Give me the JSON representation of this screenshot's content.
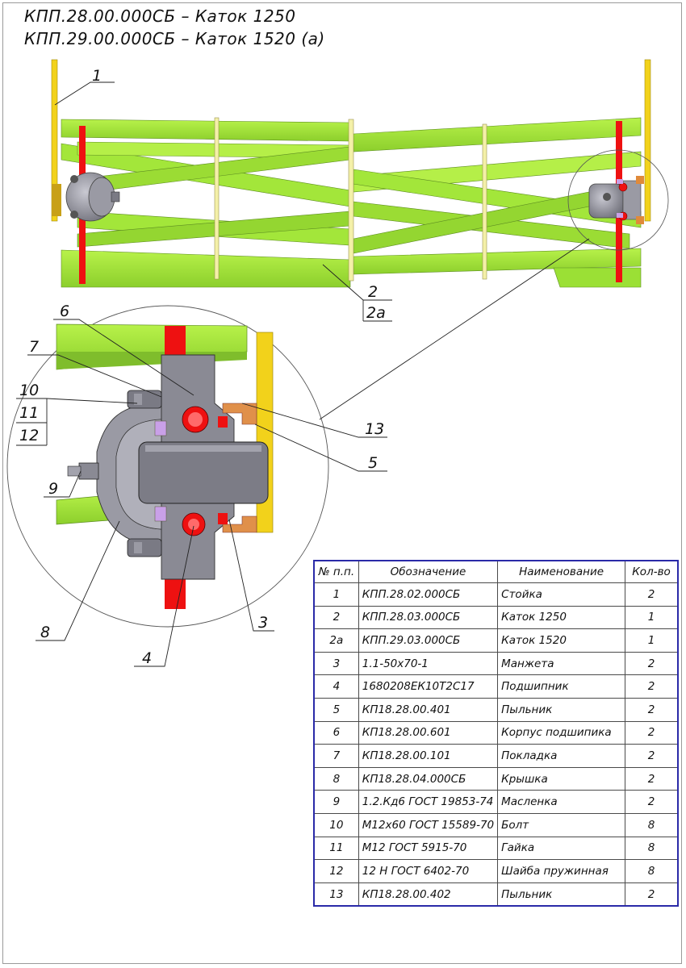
{
  "title": {
    "line1": "КПП.28.00.000СБ – Каток 1250",
    "line2": "КПП.29.00.000СБ – Каток 1520 (а)"
  },
  "callouts": {
    "c1": "1",
    "c2": "2",
    "c2a": "2а",
    "c3": "3",
    "c4": "4",
    "c5": "5",
    "c6": "6",
    "c7": "7",
    "c8": "8",
    "c9": "9",
    "c10": "10",
    "c11": "11",
    "c12": "12",
    "c13": "13"
  },
  "colors": {
    "frame_green": "#a6e83a",
    "frame_dark_green": "#6fa72b",
    "post_yellow": "#f2d21b",
    "disc_red": "#ee1111",
    "hub_grey": "#8a8a94",
    "table_border": "#2a2aa8"
  },
  "table": {
    "headers": {
      "num": "№ п.п.",
      "designation": "Обозначение",
      "name": "Наименование",
      "qty": "Кол-во"
    },
    "rows": [
      {
        "num": "1",
        "designation": "КПП.28.02.000СБ",
        "name": "Стойка",
        "qty": "2"
      },
      {
        "num": "2",
        "designation": "КПП.28.03.000СБ",
        "name": "Каток 1250",
        "qty": "1"
      },
      {
        "num": "2а",
        "designation": "КПП.29.03.000СБ",
        "name": "Каток 1520",
        "qty": "1"
      },
      {
        "num": "3",
        "designation": "1.1-50х70-1",
        "name": "Манжета",
        "qty": "2"
      },
      {
        "num": "4",
        "designation": "1680208ЕК10Т2С17",
        "name": "Подшипник",
        "qty": "2"
      },
      {
        "num": "5",
        "designation": "КП18.28.00.401",
        "name": "Пыльник",
        "qty": "2"
      },
      {
        "num": "6",
        "designation": "КП18.28.00.601",
        "name": "Корпус подшипика",
        "qty": "2"
      },
      {
        "num": "7",
        "designation": "КП18.28.00.101",
        "name": "Покладка",
        "qty": "2"
      },
      {
        "num": "8",
        "designation": "КП18.28.04.000СБ",
        "name": "Крышка",
        "qty": "2"
      },
      {
        "num": "9",
        "designation": "1.2.Кд6 ГОСТ 19853-74",
        "name": "Масленка",
        "qty": "2"
      },
      {
        "num": "10",
        "designation": "М12х60 ГОСТ 15589-70",
        "name": "Болт",
        "qty": "8"
      },
      {
        "num": "11",
        "designation": "М12 ГОСТ 5915-70",
        "name": "Гайка",
        "qty": "8"
      },
      {
        "num": "12",
        "designation": "12 Н ГОСТ 6402-70",
        "name": "Шайба пружинная",
        "qty": "8"
      },
      {
        "num": "13",
        "designation": "КП18.28.00.402",
        "name": "Пыльник",
        "qty": "2"
      }
    ]
  }
}
